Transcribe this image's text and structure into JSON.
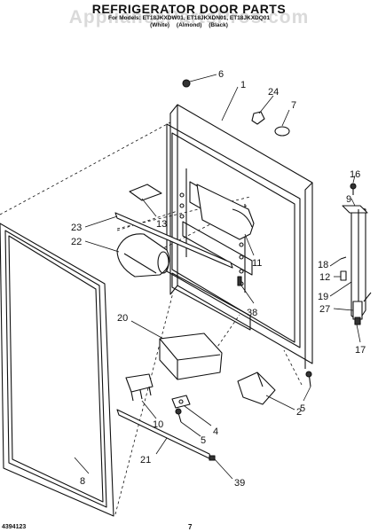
{
  "header": {
    "title": "REFRIGERATOR DOOR PARTS",
    "watermark": "AppliancePartsPros.com",
    "models_line": "For Models: ET18JKXDW01, ET18JKXDN01, ET18JKXDQ01",
    "colors_line": "(White) (Almond) (Black)"
  },
  "footer": {
    "code": "4394123",
    "page_number": "7"
  },
  "callouts": {
    "c1": "1",
    "c2": "2",
    "c4": "4",
    "c5a": "5",
    "c5b": "5",
    "c6": "6",
    "c7": "7",
    "c8": "8",
    "c9": "9",
    "c10": "10",
    "c11": "11",
    "c12": "12",
    "c13": "13",
    "c16": "16",
    "c17": "17",
    "c18": "18",
    "c19": "19",
    "c20": "20",
    "c21": "21",
    "c22": "22",
    "c23": "23",
    "c24": "24",
    "c27": "27",
    "c38": "38",
    "c39": "39"
  }
}
